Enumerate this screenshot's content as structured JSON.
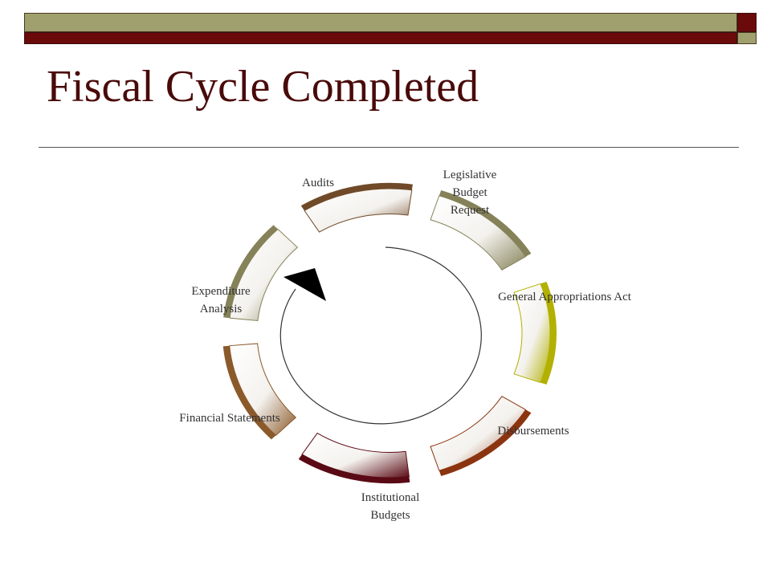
{
  "title": "Fiscal Cycle Completed",
  "stages": [
    {
      "label": "Legislative\nBudget\nRequest",
      "color": "#858259"
    },
    {
      "label": "General Appropriations Act",
      "color": "#b2b000"
    },
    {
      "label": "Disbursements",
      "color": "#8b3410"
    },
    {
      "label": "Institutional\nBudgets",
      "color": "#5a0a14"
    },
    {
      "label": "Financial Statements",
      "color": "#8b5a2b"
    },
    {
      "label": "Expenditure\nAnalysis",
      "color": "#858259"
    },
    {
      "label": "Audits",
      "color": "#704a28"
    }
  ]
}
